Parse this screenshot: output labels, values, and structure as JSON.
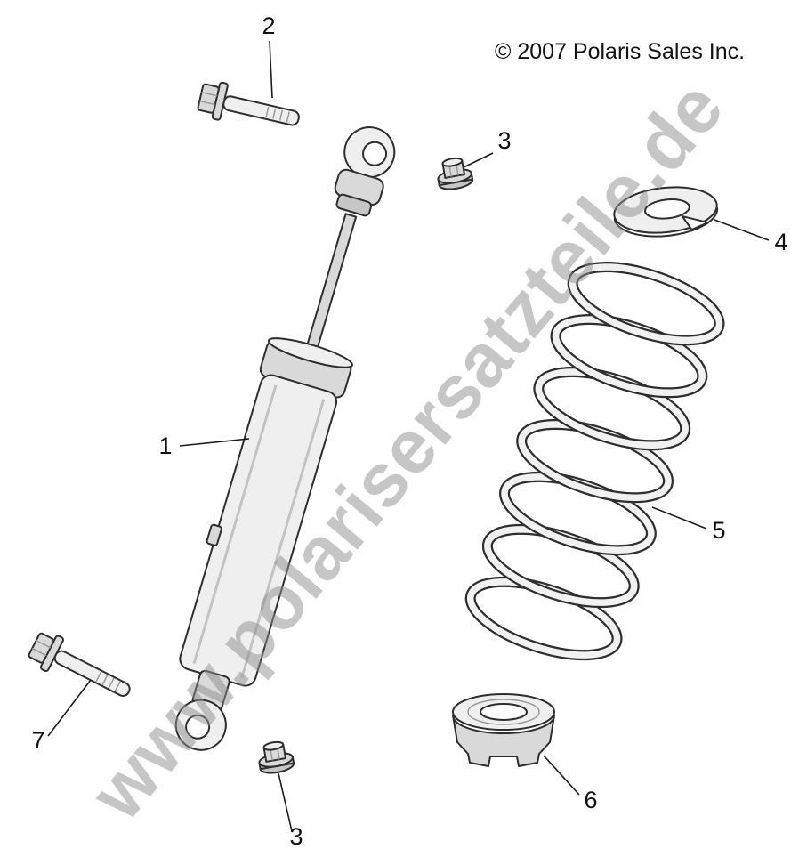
{
  "copyright": "© 2007 Polaris Sales Inc.",
  "watermark": "www.polarisersatzteile.de",
  "callouts": {
    "shock": "1",
    "upper_bolt": "2",
    "upper_nut": "3",
    "retainer": "4",
    "spring": "5",
    "lower_seat": "6",
    "lower_bolt": "7",
    "lower_nut": "3"
  },
  "colors": {
    "line": "#2e2e2e",
    "fillLight": "#efefef",
    "fillMid": "#d9d9d9",
    "fillDark": "#c6c6c6",
    "watermark": "#8f8f8f"
  }
}
